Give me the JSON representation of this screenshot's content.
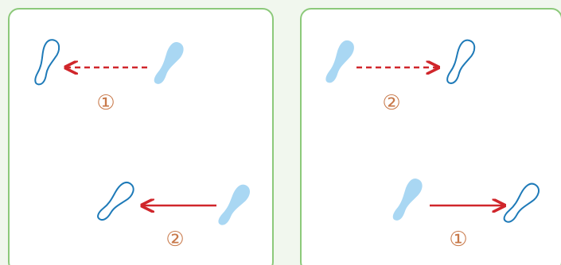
{
  "colors": {
    "background": "#f1f7ee",
    "panel_border": "#8cc97a",
    "arrow": "#d0262b",
    "foot_outline": "#1e7ab8",
    "foot_fill": "#a9d7f3",
    "step_number": "#c8794a"
  },
  "left_panel": {
    "top_step": {
      "number": "①",
      "arrow": "dashed",
      "direction": "left"
    },
    "bottom_step": {
      "number": "②",
      "arrow": "solid",
      "direction": "left"
    }
  },
  "right_panel": {
    "top_step": {
      "number": "②",
      "arrow": "dashed",
      "direction": "right"
    },
    "bottom_step": {
      "number": "①",
      "arrow": "solid",
      "direction": "right"
    }
  },
  "icons": {
    "outline_foot": "foot-outline-icon",
    "filled_foot": "foot-filled-icon"
  }
}
